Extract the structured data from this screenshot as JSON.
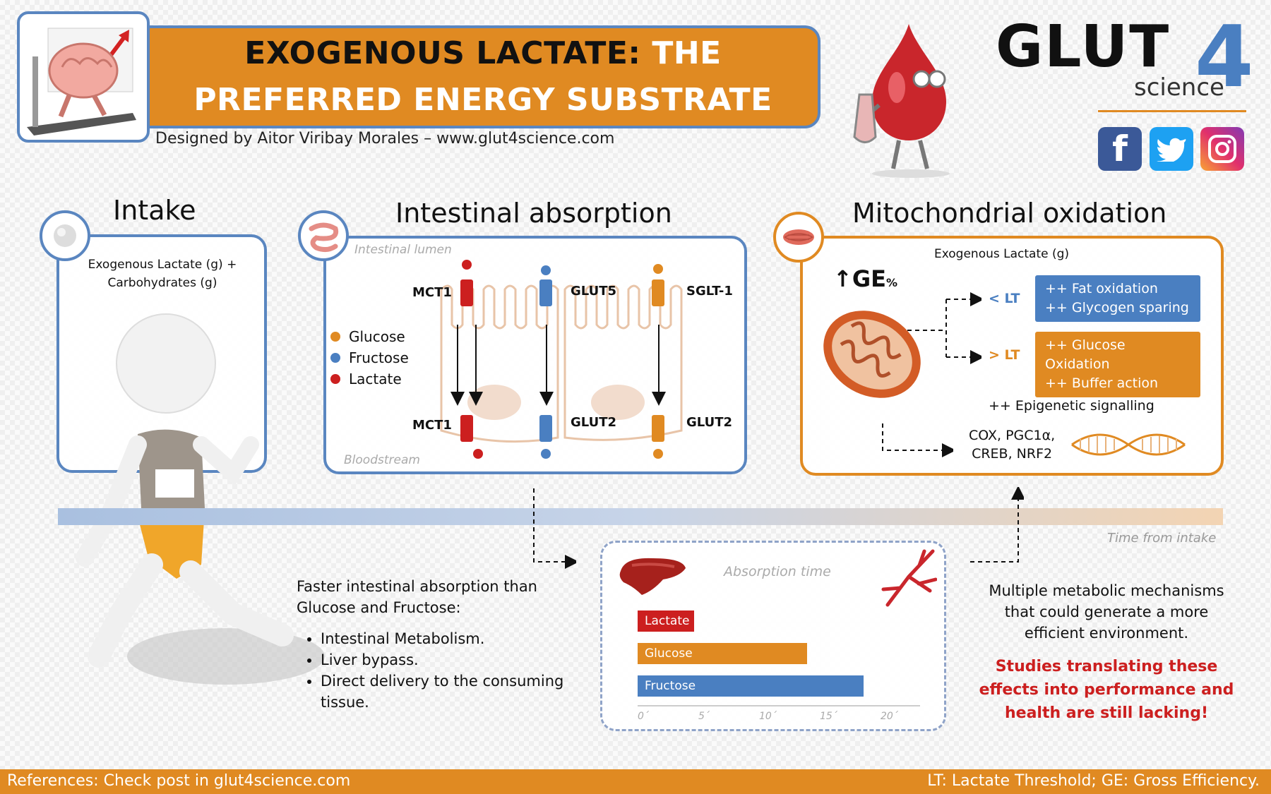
{
  "header": {
    "title_line1_black": "EXOGENOUS LACTATE:",
    "title_line1_white": "THE",
    "title_line2": "PREFERRED ENERGY SUBSTRATE",
    "designed_by": "Designed by Aitor Viribay Morales – www.glut4science.com"
  },
  "brand": {
    "main": "GLUT",
    "four": "4",
    "sub": "science",
    "facebook": "f",
    "twitter": "twitter-icon",
    "instagram": "instagram-icon"
  },
  "intake": {
    "title": "Intake",
    "line1": "Exogenous Lactate (g) +",
    "line2": "Carbohydrates (g)"
  },
  "intestinal": {
    "title": "Intestinal absorption",
    "lumen": "Intestinal lumen",
    "bloodstream": "Bloodstream",
    "top_transporters": [
      "MCT1",
      "GLUT5",
      "SGLT-1"
    ],
    "bottom_transporters": [
      "MCT1",
      "GLUT2",
      "GLUT2"
    ],
    "legend": [
      {
        "label": "Glucose",
        "color": "#e08a22"
      },
      {
        "label": "Fructose",
        "color": "#4a7fc1"
      },
      {
        "label": "Lactate",
        "color": "#cc1f1f"
      }
    ],
    "note_intro": "Faster intestinal absorption than Glucose and Fructose:",
    "bullets": [
      "Intestinal Metabolism.",
      "Liver bypass.",
      "Direct delivery to the consuming tissue."
    ]
  },
  "mito": {
    "title": "Mitochondrial oxidation",
    "subtitle": "Exogenous Lactate (g)",
    "ge_label": "GE",
    "ge_unit": "%",
    "lt_below": "< LT",
    "lt_above": "> LT",
    "box1_line1": "++ Fat oxidation",
    "box1_line2": "++ Glycogen sparing",
    "box2_line1": "++ Glucose Oxidation",
    "box2_line2": "++ Buffer action",
    "epigenetic": "++ Epigenetic signalling",
    "genes_line1": "COX, PGC1α,",
    "genes_line2": "CREB, NRF2",
    "summary": "Multiple metabolic mechanisms that could generate a more efficient environment.",
    "warning": "Studies translating these effects into performance and health are still lacking!"
  },
  "timeline": {
    "label": "Time from intake"
  },
  "absorption_chart": {
    "title": "Absorption time",
    "bars": [
      {
        "label": "Lactate",
        "value": 4,
        "color": "#cc1f1f"
      },
      {
        "label": "Glucose",
        "value": 12,
        "color": "#e08a22"
      },
      {
        "label": "Fructose",
        "value": 16,
        "color": "#4a7fc1"
      }
    ],
    "ticks": [
      "0´",
      "5´",
      "10´",
      "15´",
      "20´"
    ],
    "xlim": [
      0,
      20
    ]
  },
  "footer": {
    "left": "References: Check post in glut4science.com",
    "right": "LT: Lactate Threshold; GE: Gross Efficiency."
  }
}
